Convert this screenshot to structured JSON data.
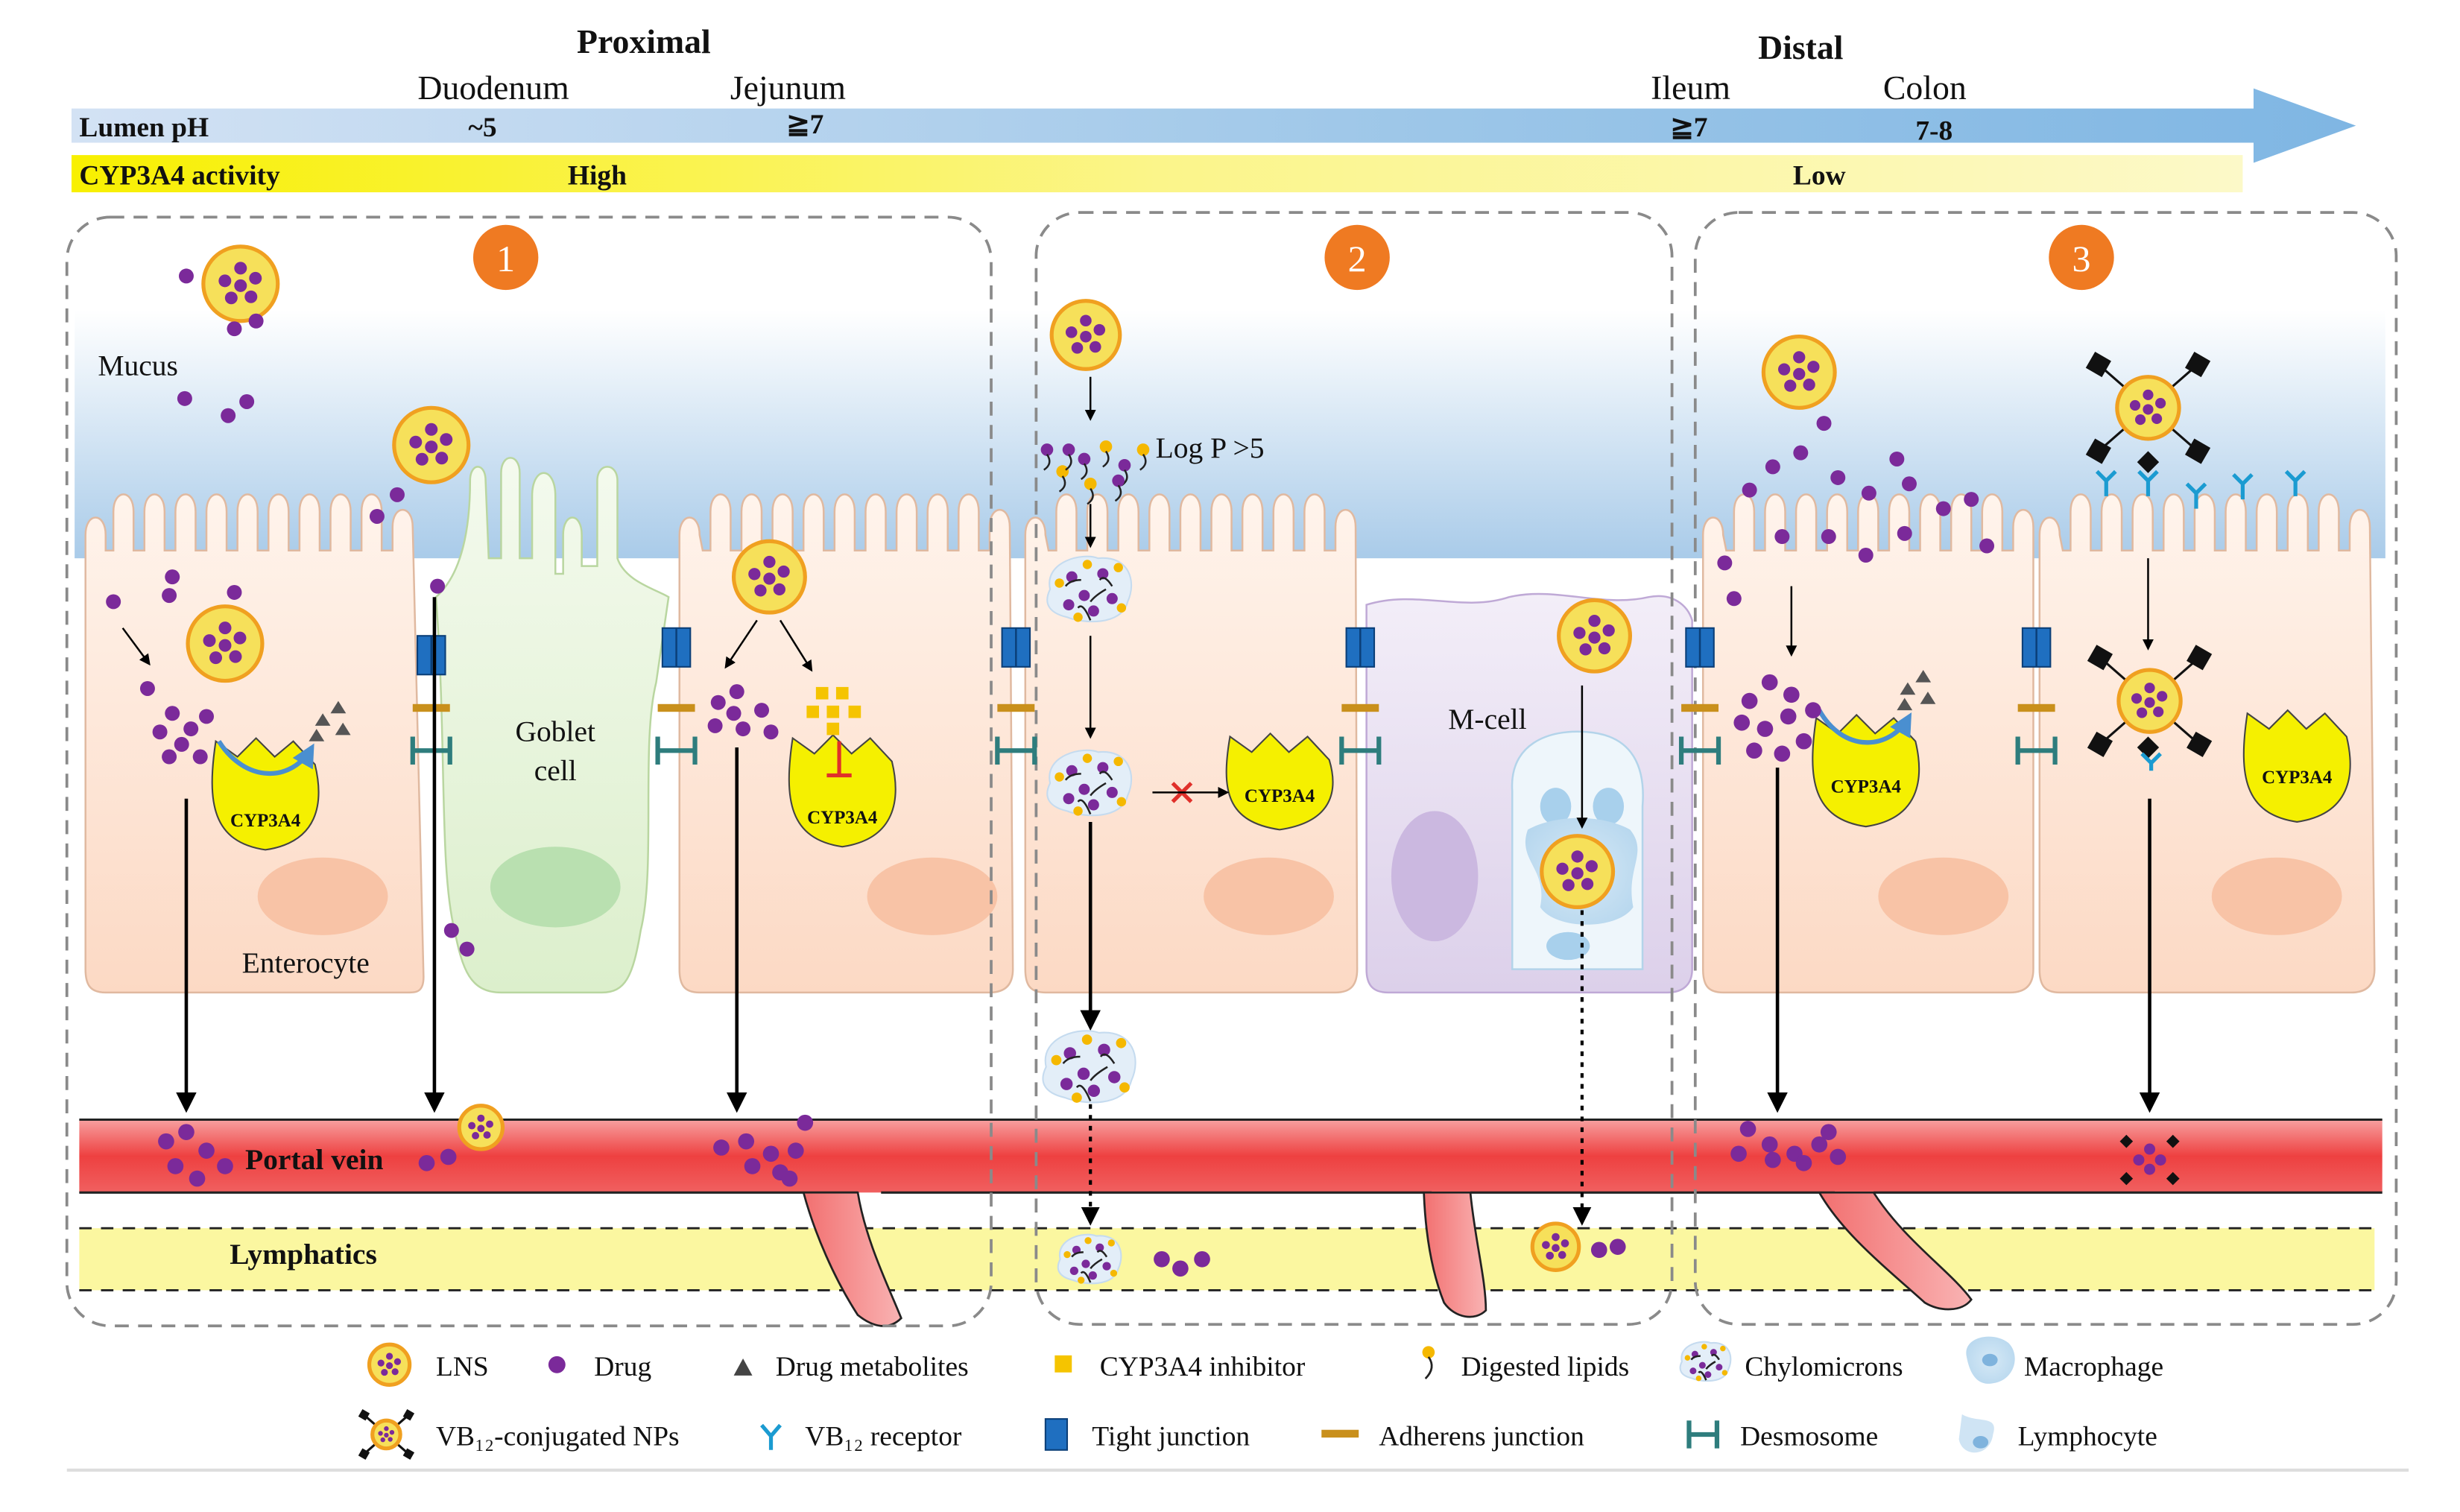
{
  "header": {
    "proximal": "Proximal",
    "distal": "Distal",
    "segments": {
      "duodenum": "Duodenum",
      "jejunum": "Jejunum",
      "ileum": "Ileum",
      "colon": "Colon"
    },
    "lumen_ph_label": "Lumen pH",
    "ph_values": {
      "duodenum": "~5",
      "jejunum": "≧7",
      "ileum": "≧7",
      "colon": "7-8"
    },
    "cyp_label": "CYP3A4 activity",
    "cyp_high": "High",
    "cyp_low": "Low"
  },
  "panels": {
    "p1": {
      "number": "1"
    },
    "p2": {
      "number": "2",
      "logp": "Log P >5"
    },
    "p3": {
      "number": "3"
    }
  },
  "labels": {
    "mucus": "Mucus",
    "goblet_line1": "Goblet",
    "goblet_line2": "cell",
    "enterocyte": "Enterocyte",
    "mcell": "M-cell",
    "cyp3a4": "CYP3A4",
    "portal_vein": "Portal vein",
    "lymphatics": "Lymphatics"
  },
  "legend": {
    "lns": "LNS",
    "drug": "Drug",
    "metabolites": "Drug metabolites",
    "inhibitor": "CYP3A4 inhibitor",
    "digested_lipids": "Digested lipids",
    "chylomicrons": "Chylomicrons",
    "macrophage": "Macrophage",
    "vb12_nps": "VB₁₂-conjugated NPs",
    "vb12_receptor": "VB₁₂ receptor",
    "tight_junction": "Tight junction",
    "adherens_junction": "Adherens junction",
    "desmosome": "Desmosome",
    "lymphocyte": "Lymphocyte"
  },
  "colors": {
    "purple": "#7b2a9a",
    "lns_fill": "#f6e05a",
    "lns_ring": "#f0a020",
    "orange_badge": "#ef7a22",
    "cyp_yellow": "#f5f000",
    "vein_red": "#ee4040",
    "lymph_yellow": "#fbf7a0",
    "mucus_blue": "#a9cbe9",
    "cell_pink": "#fde2d2",
    "goblet_green": "#e9f5dc",
    "mcell_lavender": "#e6ddef",
    "tight_junction": "#1f6fc0",
    "adherens": "#c9901c",
    "desmosome": "#2e7d7d"
  }
}
